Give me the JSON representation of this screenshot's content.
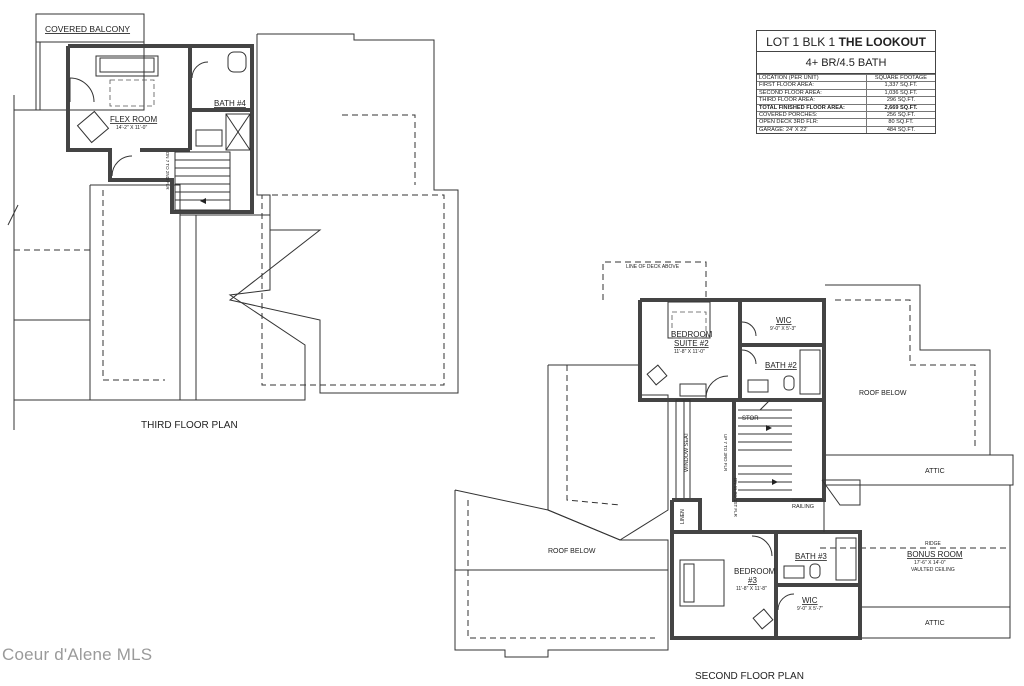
{
  "title_block": {
    "title_prefix": "LOT 1 BLK 1",
    "title_bold": "THE LOOKOUT",
    "subtitle": "4+ BR/4.5 BATH",
    "header": {
      "location": "LOCATION (PER UNIT)",
      "value": "SQUARE FOOTAGE"
    },
    "rows": [
      {
        "label": "FIRST FLOOR AREA:",
        "value": "1,337 SQ.FT.",
        "bold": false
      },
      {
        "label": "SECOND FLOOR AREA:",
        "value": "1,036 SQ.FT.",
        "bold": false
      },
      {
        "label": "THIRD FLOOR AREA:",
        "value": "296 SQ.FT.",
        "bold": false
      },
      {
        "label": "TOTAL FINISHED FLOOR AREA:",
        "value": "2,669 SQ.FT.",
        "bold": true
      },
      {
        "label": "COVERED PORCHES:",
        "value": "256 SQ.FT.",
        "bold": false
      },
      {
        "label": "OPEN DECK 3RD FLR:",
        "value": "80 SQ.FT.",
        "bold": false
      },
      {
        "label": "GARAGE: 24' X 22'",
        "value": "484 SQ.FT.",
        "bold": false
      }
    ]
  },
  "third_floor": {
    "plan_title": "THIRD FLOOR PLAN",
    "covered_balcony": "COVERED BALCONY",
    "flex_room": "FLEX ROOM",
    "flex_room_dim": "14'-2\" X 11'-0\"",
    "bath4": "BATH #4",
    "stair_note": "DN 7 TO 2ND FLR"
  },
  "second_floor": {
    "plan_title": "SECOND FLOOR PLAN",
    "line_of_deck": "LINE OF DECK ABOVE",
    "bedroom2_line1": "BEDROOM",
    "bedroom2_line2": "SUITE #2",
    "bedroom2_dim": "11'-8\" X 11'-0\"",
    "wic_top": "WIC",
    "wic_top_dim": "9'-0\" X 5'-3\"",
    "bath2": "BATH #2",
    "stor": "STOR",
    "roof_below_right": "ROOF BELOW",
    "window_seat": "WINDOW SEAT",
    "up_note": "UP 7 TO 3RD FLR",
    "dn_note": "DN 11 TO 1ST FLR",
    "railing": "RAILING",
    "attic_top": "ATTIC",
    "ridge": "RIDGE",
    "linen": "LINEN",
    "roof_below_left": "ROOF BELOW",
    "bath3": "BATH #3",
    "bonus_room": "BONUS ROOM",
    "bonus_dim": "17'-6\" X 14'-0\"",
    "bonus_note": "VAULTED CEILING",
    "bedroom3_line1": "BEDROOM",
    "bedroom3_line2": "#3",
    "bedroom3_dim": "11'-8\" X 11'-8\"",
    "wic_bottom": "WIC",
    "wic_bottom_dim": "9'-0\" X 5'-7\"",
    "attic_bottom": "ATTIC"
  },
  "watermark": "Coeur d'Alene MLS"
}
